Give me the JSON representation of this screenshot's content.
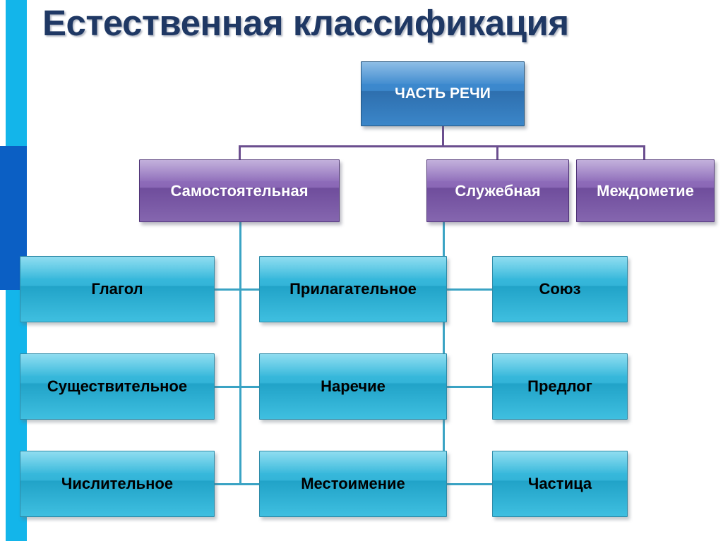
{
  "slide": {
    "title": "Естественная классификация",
    "title_color": "#1F3864",
    "background_color": "#FFFFFF"
  },
  "decor": {
    "sidebar_light_color": "#13B5EA",
    "sidebar_dark_color": "#0B5FC4"
  },
  "diagram_data": {
    "type": "tree",
    "connector_colors": {
      "level1": "#6B4E8F",
      "level2": "#3AA3C4"
    },
    "root": {
      "label": "ЧАСТЬ РЕЧИ",
      "fill": "#3C87CC",
      "text_color": "#FFFFFF"
    },
    "level2": [
      {
        "label": "Самостоятельная",
        "fill": "#8A67B6",
        "text_color": "#FFFFFF"
      },
      {
        "label": "Служебная",
        "fill": "#8A67B6",
        "text_color": "#FFFFFF"
      },
      {
        "label": "Междометие",
        "fill": "#8A67B6",
        "text_color": "#FFFFFF"
      }
    ],
    "leaves_left": [
      {
        "label": "Глагол",
        "fill": "#33B4D8",
        "text_color": "#000000"
      },
      {
        "label": "Существительное",
        "fill": "#33B4D8",
        "text_color": "#000000"
      },
      {
        "label": "Числительное",
        "fill": "#33B4D8",
        "text_color": "#000000"
      }
    ],
    "leaves_middle": [
      {
        "label": "Прилагательное",
        "fill": "#33B4D8",
        "text_color": "#000000"
      },
      {
        "label": "Наречие",
        "fill": "#33B4D8",
        "text_color": "#000000"
      },
      {
        "label": "Местоимение",
        "fill": "#33B4D8",
        "text_color": "#000000"
      }
    ],
    "leaves_right": [
      {
        "label": "Союз",
        "fill": "#33B4D8",
        "text_color": "#000000"
      },
      {
        "label": "Предлог",
        "fill": "#33B4D8",
        "text_color": "#000000"
      },
      {
        "label": "Частица",
        "fill": "#33B4D8",
        "text_color": "#000000"
      }
    ]
  }
}
